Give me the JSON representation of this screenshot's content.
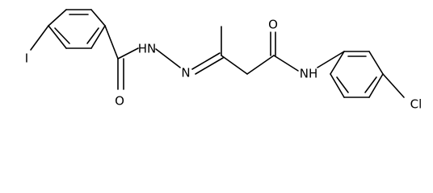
{
  "molecule": {
    "atom_labels": {
      "iodine": "I",
      "carbonyl_oxygen_left": "O",
      "hydrazide_nh": "HN",
      "imine_n": "N",
      "carbonyl_oxygen_right": "O",
      "amide_nh": "NH",
      "chlorine": "Cl"
    }
  }
}
